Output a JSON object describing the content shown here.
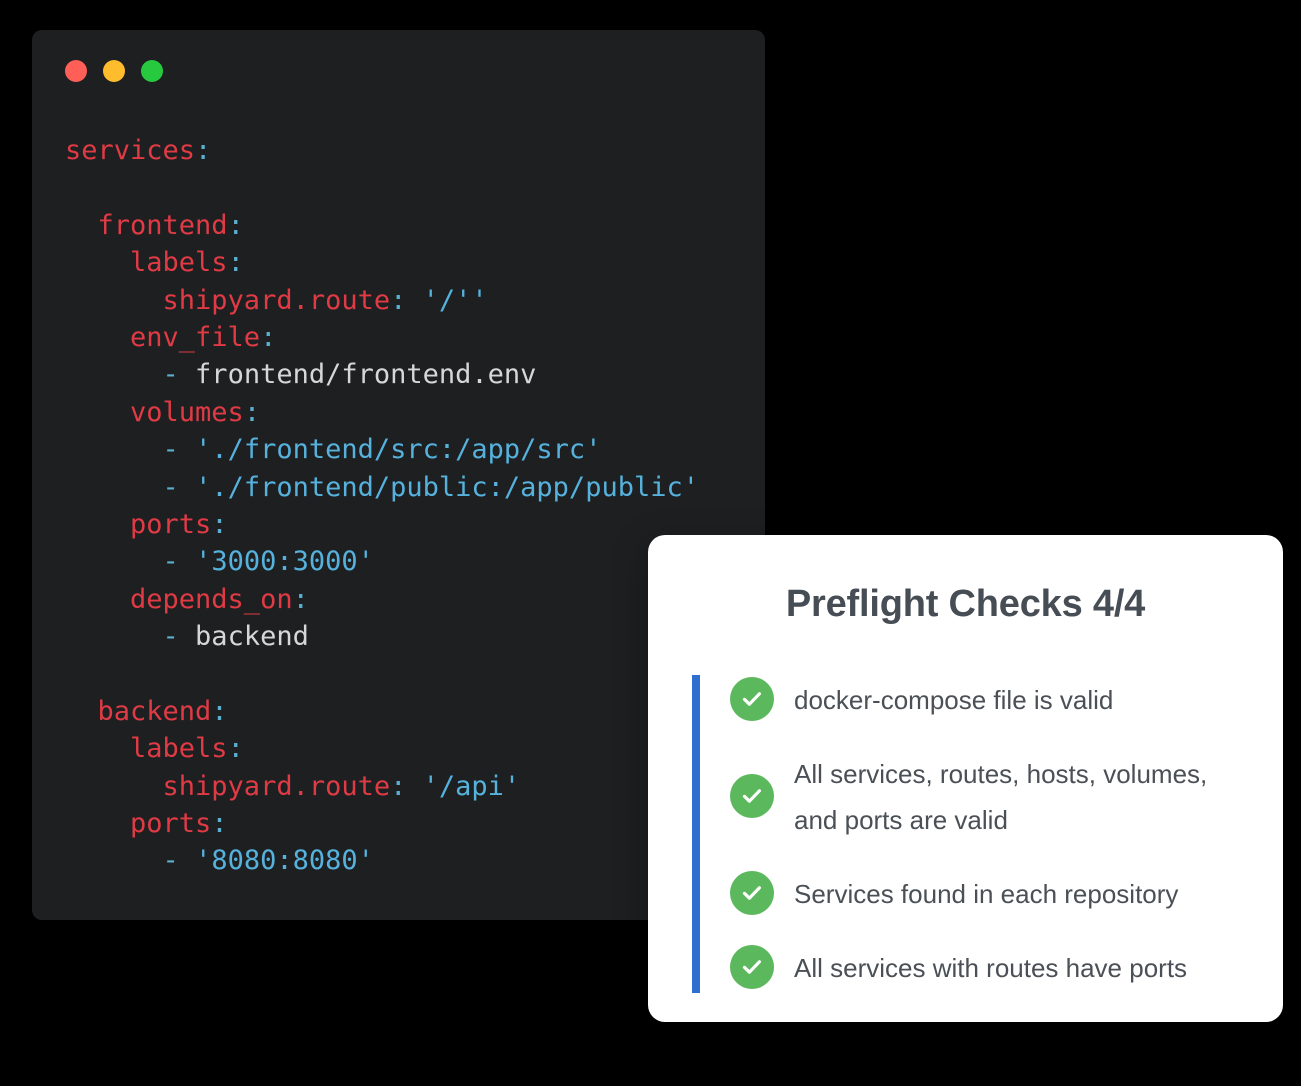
{
  "window": {
    "traffic_lights": [
      {
        "name": "close-button",
        "color": "#ff5f56"
      },
      {
        "name": "minimize-button",
        "color": "#ffbd2e"
      },
      {
        "name": "maximize-button",
        "color": "#27c93f"
      }
    ],
    "language": "yaml",
    "code_lines": [
      [
        {
          "t": "services",
          "c": "key"
        },
        {
          "t": ":",
          "c": "punct"
        }
      ],
      [],
      [
        {
          "t": "  frontend",
          "c": "key"
        },
        {
          "t": ":",
          "c": "punct"
        }
      ],
      [
        {
          "t": "    labels",
          "c": "key"
        },
        {
          "t": ":",
          "c": "punct"
        }
      ],
      [
        {
          "t": "      shipyard.route",
          "c": "key"
        },
        {
          "t": ":",
          "c": "punct"
        },
        {
          "t": " ",
          "c": "plain"
        },
        {
          "t": "'/''",
          "c": "str"
        }
      ],
      [
        {
          "t": "    env_file",
          "c": "key"
        },
        {
          "t": ":",
          "c": "punct"
        }
      ],
      [
        {
          "t": "      -",
          "c": "dash"
        },
        {
          "t": " frontend/frontend.env",
          "c": "plain"
        }
      ],
      [
        {
          "t": "    volumes",
          "c": "key"
        },
        {
          "t": ":",
          "c": "punct"
        }
      ],
      [
        {
          "t": "      -",
          "c": "dash"
        },
        {
          "t": " ",
          "c": "plain"
        },
        {
          "t": "'./frontend/src:/app/src'",
          "c": "str"
        }
      ],
      [
        {
          "t": "      -",
          "c": "dash"
        },
        {
          "t": " ",
          "c": "plain"
        },
        {
          "t": "'./frontend/public:/app/public'",
          "c": "str"
        }
      ],
      [
        {
          "t": "    ports",
          "c": "key"
        },
        {
          "t": ":",
          "c": "punct"
        }
      ],
      [
        {
          "t": "      -",
          "c": "dash"
        },
        {
          "t": " ",
          "c": "plain"
        },
        {
          "t": "'3000:3000'",
          "c": "str"
        }
      ],
      [
        {
          "t": "    depends_on",
          "c": "key"
        },
        {
          "t": ":",
          "c": "punct"
        }
      ],
      [
        {
          "t": "      -",
          "c": "dash"
        },
        {
          "t": " backend",
          "c": "plain"
        }
      ],
      [],
      [
        {
          "t": "  backend",
          "c": "key"
        },
        {
          "t": ":",
          "c": "punct"
        }
      ],
      [
        {
          "t": "    labels",
          "c": "key"
        },
        {
          "t": ":",
          "c": "punct"
        }
      ],
      [
        {
          "t": "      shipyard.route",
          "c": "key"
        },
        {
          "t": ":",
          "c": "punct"
        },
        {
          "t": " ",
          "c": "plain"
        },
        {
          "t": "'/api'",
          "c": "str"
        }
      ],
      [
        {
          "t": "    ports",
          "c": "key"
        },
        {
          "t": ":",
          "c": "punct"
        }
      ],
      [
        {
          "t": "      -",
          "c": "dash"
        },
        {
          "t": " ",
          "c": "plain"
        },
        {
          "t": "'8080:8080'",
          "c": "str"
        }
      ]
    ]
  },
  "preflight": {
    "title": "Preflight Checks 4/4",
    "accent_color": "#2f6fd0",
    "check_color": "#5cb85c",
    "checks": [
      {
        "icon": "check-circle-icon",
        "status": "passed",
        "label": "docker-compose file is valid"
      },
      {
        "icon": "check-circle-icon",
        "status": "passed",
        "label": "All services, routes, hosts, volumes, and ports are valid"
      },
      {
        "icon": "check-circle-icon",
        "status": "passed",
        "label": "Services found in each repository"
      },
      {
        "icon": "check-circle-icon",
        "status": "passed",
        "label": "All services with routes have ports"
      }
    ]
  }
}
